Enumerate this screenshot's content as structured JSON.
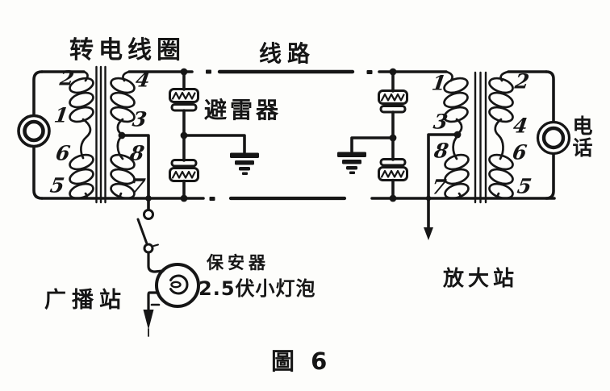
{
  "figure": {
    "caption": "圖 6"
  },
  "labels": {
    "coil": "转电线圈",
    "line": "线路",
    "arrester": "避雷器",
    "protector": "保安器",
    "lamp": "2.5伏小灯泡",
    "broadcast_station": "广播站",
    "amplifier_station": "放大站",
    "telephone": "电话"
  },
  "left_transformer": {
    "primary_terminals": [
      "2",
      "1",
      "6",
      "5"
    ],
    "secondary_terminals": [
      "4",
      "3",
      "8",
      "7"
    ]
  },
  "right_transformer": {
    "line_terminals": [
      "1",
      "3",
      "8",
      "7"
    ],
    "phone_terminals": [
      "2",
      "4",
      "6",
      "5"
    ]
  },
  "components": {
    "source_symbol": "broadcast-source-ring",
    "arresters": "lightning-arrester-pair",
    "grounds": "earth-ground",
    "switch": "knife-switch",
    "protector_lamp": "2.5V-indicator-bulb",
    "telephone_symbol": "telephone-ring",
    "line_style": "dash-dot-open-wire"
  },
  "colors": {
    "ink": "#161616",
    "paper": "#fdfdfb"
  }
}
